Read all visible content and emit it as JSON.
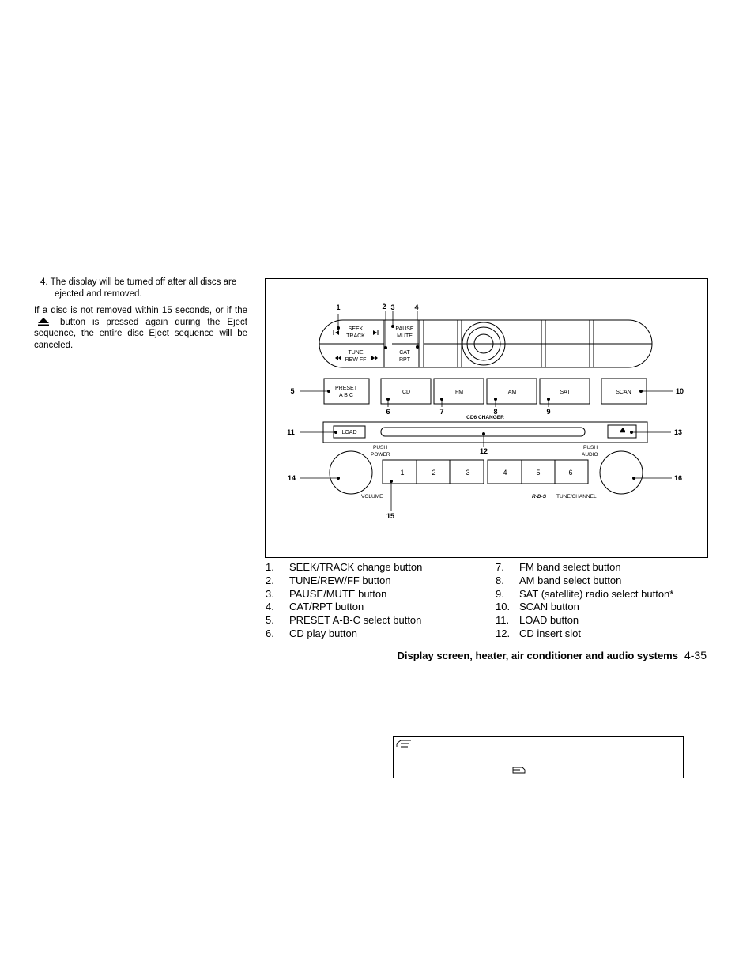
{
  "left_text": {
    "step4": "4. The display will be turned off after all discs are ejected and removed.",
    "para_before": "If a disc is not removed within 15 seconds, or if the",
    "para_after": "button is pressed again during the Eject sequence, the entire disc Eject sequence will be canceled."
  },
  "figure": {
    "seek_label": "SEEK",
    "track_label": "TRACK",
    "tune_label": "TUNE",
    "rew_ff_label": "REW  FF",
    "pause_label": "PAUSE",
    "mute_label": "MUTE",
    "cat_label": "CAT",
    "rpt_label": "RPT",
    "preset_label": "PRESET",
    "abc_label": "A B C",
    "cd_label": "CD",
    "fm_label": "FM",
    "am_label": "AM",
    "sat_label": "SAT",
    "scan_label": "SCAN",
    "changer_label": "CD6 CHANGER",
    "load_label": "LOAD",
    "push_label_left": "PUSH",
    "power_label": "POWER",
    "push_label_right": "PUSH",
    "audio_label": "AUDIO",
    "volume_label": "VOLUME",
    "rds_label": "R-D-S",
    "tune_channel_label": "TUNE/CHANNEL",
    "preset_numbers": [
      "1",
      "2",
      "3",
      "4",
      "5",
      "6"
    ],
    "callouts": [
      "1",
      "2",
      "3",
      "4",
      "5",
      "6",
      "7",
      "8",
      "9",
      "10",
      "11",
      "12",
      "13",
      "14",
      "15",
      "16"
    ]
  },
  "captions_left": [
    {
      "num": "1.",
      "text": "SEEK/TRACK change button"
    },
    {
      "num": "2.",
      "text": "TUNE/REW/FF button"
    },
    {
      "num": "3.",
      "text": "PAUSE/MUTE button"
    },
    {
      "num": "4.",
      "text": "CAT/RPT button"
    },
    {
      "num": "5.",
      "text": "PRESET A-B-C select button"
    },
    {
      "num": "6.",
      "text": "CD play button"
    }
  ],
  "captions_right": [
    {
      "num": "7.",
      "text": "FM band select button"
    },
    {
      "num": "8.",
      "text": "AM band select button"
    },
    {
      "num": "9.",
      "text": "SAT (satellite) radio select button*"
    },
    {
      "num": "10.",
      "text": "SCAN button"
    },
    {
      "num": "11.",
      "text": "LOAD button"
    },
    {
      "num": "12.",
      "text": "CD insert slot"
    }
  ],
  "footer": {
    "title": "Display screen, heater, air conditioner and audio systems",
    "page": "4-35"
  }
}
